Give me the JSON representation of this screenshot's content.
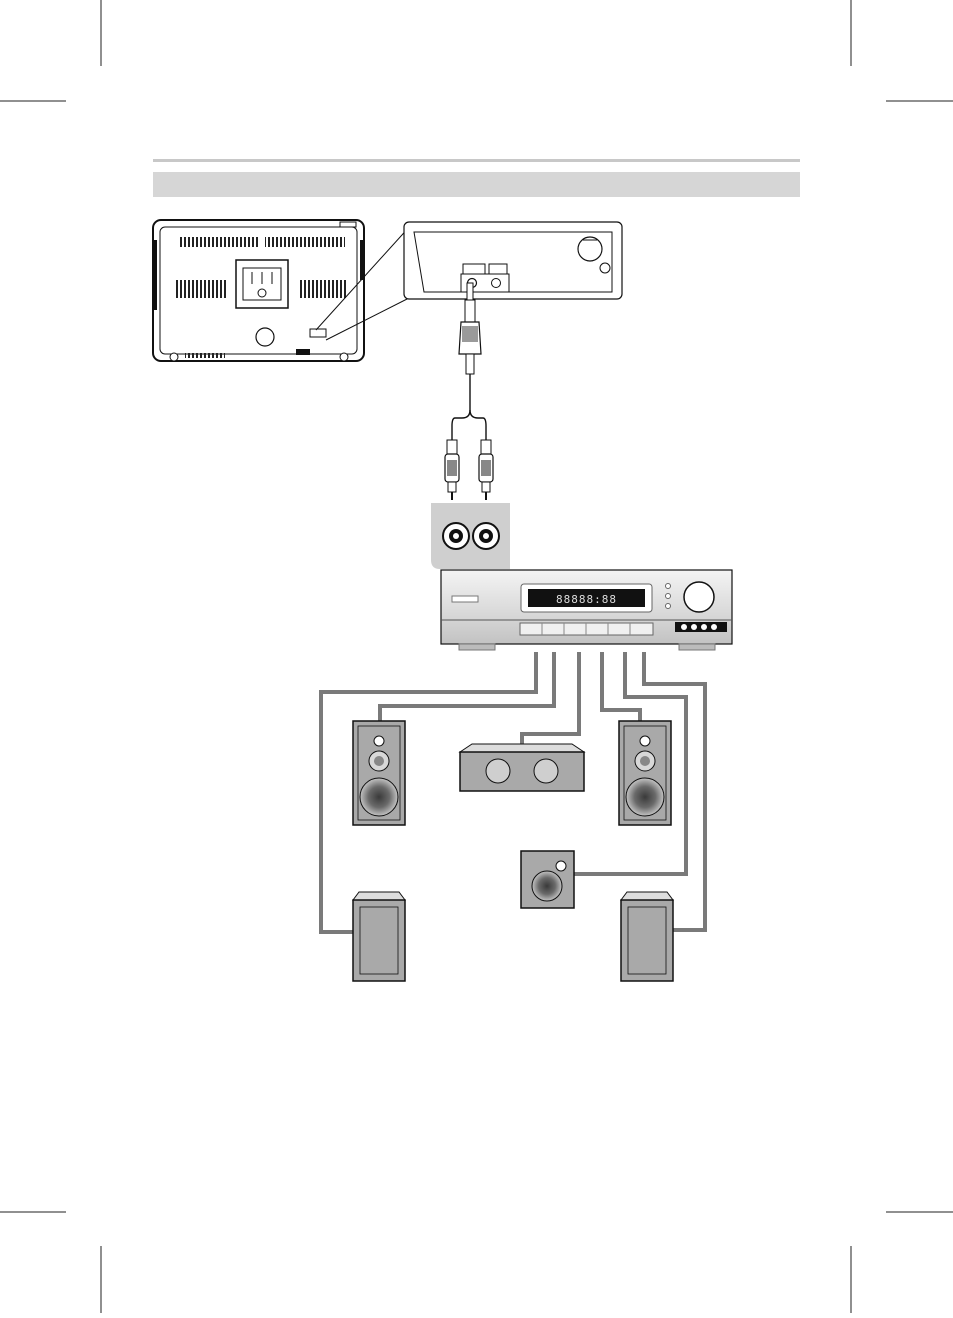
{
  "page": {
    "header_rule_color": "#c8c8c8",
    "header_band_color": "#d6d6d6"
  },
  "diagram": {
    "description_free": true,
    "devices": [
      {
        "id": "tv-back-panel",
        "icon": "tv-rear-icon"
      },
      {
        "id": "audio-out-inset",
        "icon": "jack-panel-icon"
      },
      {
        "id": "stereo-to-rca-cable",
        "icon": "y-cable-icon"
      },
      {
        "id": "receiver-audio-inputs",
        "icon": "rca-jacks-icon"
      },
      {
        "id": "av-receiver",
        "icon": "receiver-icon"
      },
      {
        "id": "front-left-speaker",
        "icon": "tower-speaker-icon"
      },
      {
        "id": "center-speaker",
        "icon": "center-speaker-icon"
      },
      {
        "id": "front-right-speaker",
        "icon": "tower-speaker-icon"
      },
      {
        "id": "subwoofer",
        "icon": "subwoofer-icon"
      },
      {
        "id": "rear-left-speaker",
        "icon": "rear-speaker-icon"
      },
      {
        "id": "rear-right-speaker",
        "icon": "rear-speaker-icon"
      }
    ],
    "receiver_display": "88888:88",
    "colors": {
      "line": "#1a1a1a",
      "cable": "#7a7a7a",
      "panel_gray": "#d2d2d2",
      "speaker_gray": "#a9a9a9",
      "jack_bg": "#cfcfcf"
    }
  }
}
